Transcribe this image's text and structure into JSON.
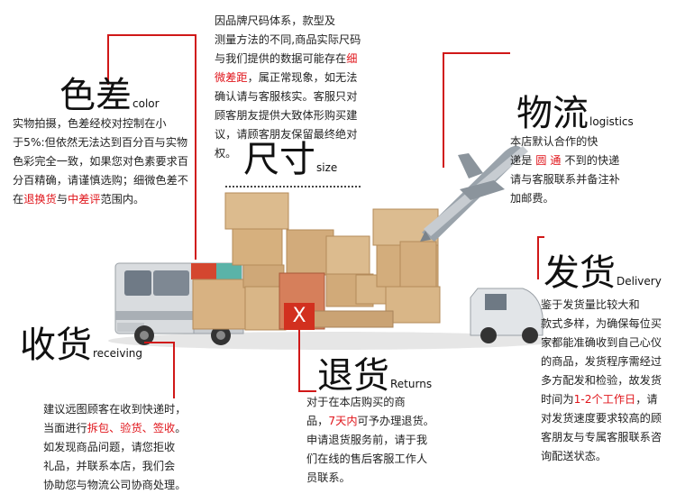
{
  "color": {
    "title_zh": "色差",
    "title_en": "color",
    "lines": [
      [
        "实物拍摄，色差经校对控制在小"
      ],
      [
        "于5%:但依然无法达到百分百与实物"
      ],
      [
        "色彩完全一致，如果您对色素要求百"
      ],
      [
        "分百精确，请谨慎选购；细微色差不"
      ],
      [
        "在",
        {
          "red": "退换货"
        },
        "与",
        {
          "red": "中差评"
        },
        "范围内。"
      ]
    ]
  },
  "size": {
    "title_zh": "尺寸",
    "title_en": "size",
    "lines": [
      [
        "因品牌尺码体系，款型及"
      ],
      [
        "测量方法的不同,商品实际尺码"
      ],
      [
        "与我们提供的数据可能存在",
        {
          "red": "细"
        }
      ],
      [
        {
          "red": "微差距"
        },
        "，属正常现象，如无法"
      ],
      [
        "确认请与客服核实。客服只对"
      ],
      [
        "顾客朋友提供大致体形购买建"
      ],
      [
        "议，请顾客朋友保留最终绝对"
      ],
      [
        "权。"
      ]
    ]
  },
  "logistics": {
    "title_zh": "物流",
    "title_en": "logistics",
    "lines": [
      [
        "本店默认合作的快"
      ],
      [
        "递是 ",
        {
          "red": "圆 通"
        },
        " 不到的快递"
      ],
      [
        "请与客服联系并备注补"
      ],
      [
        "加邮费。"
      ]
    ]
  },
  "delivery": {
    "title_zh": "发货",
    "title_en": "Delivery",
    "lines": [
      [
        "鉴于发货量比较大和"
      ],
      [
        "款式多样，为确保每位买"
      ],
      [
        "家都能准确收到自己心仪"
      ],
      [
        "的商品，发货程序需经过"
      ],
      [
        "多方配发和检验，故发货"
      ],
      [
        "时间为",
        {
          "red": "1-2个工作日"
        },
        "，请"
      ],
      [
        "对发货速度要求较高的顾"
      ],
      [
        "客朋友与专属客服联系咨"
      ],
      [
        "询配送状态。"
      ]
    ]
  },
  "receiving": {
    "title_zh": "收货",
    "title_en": "receiving",
    "lines": [
      [
        "建议远图顾客在收到快递时，"
      ],
      [
        "当面进行",
        {
          "red": "拆包、验货、签收"
        },
        "。"
      ],
      [
        "如发现商品问题，请您拒收"
      ],
      [
        "礼品，并联系本店，我们会"
      ],
      [
        "协助您与物流公司协商处理。"
      ]
    ]
  },
  "returns": {
    "title_zh": "退货",
    "title_en": "Returns",
    "lines": [
      [
        "对于在本店购买的商"
      ],
      [
        "品，",
        {
          "red": "7天内"
        },
        "可予办理退货。"
      ],
      [
        "申请退货服务前，请于我"
      ],
      [
        "们在线的售后客服工作人"
      ],
      [
        "员联系。"
      ]
    ]
  },
  "box_mark": "X",
  "colors": {
    "accent_red": "#e0151b",
    "line_red": "#d01818"
  }
}
